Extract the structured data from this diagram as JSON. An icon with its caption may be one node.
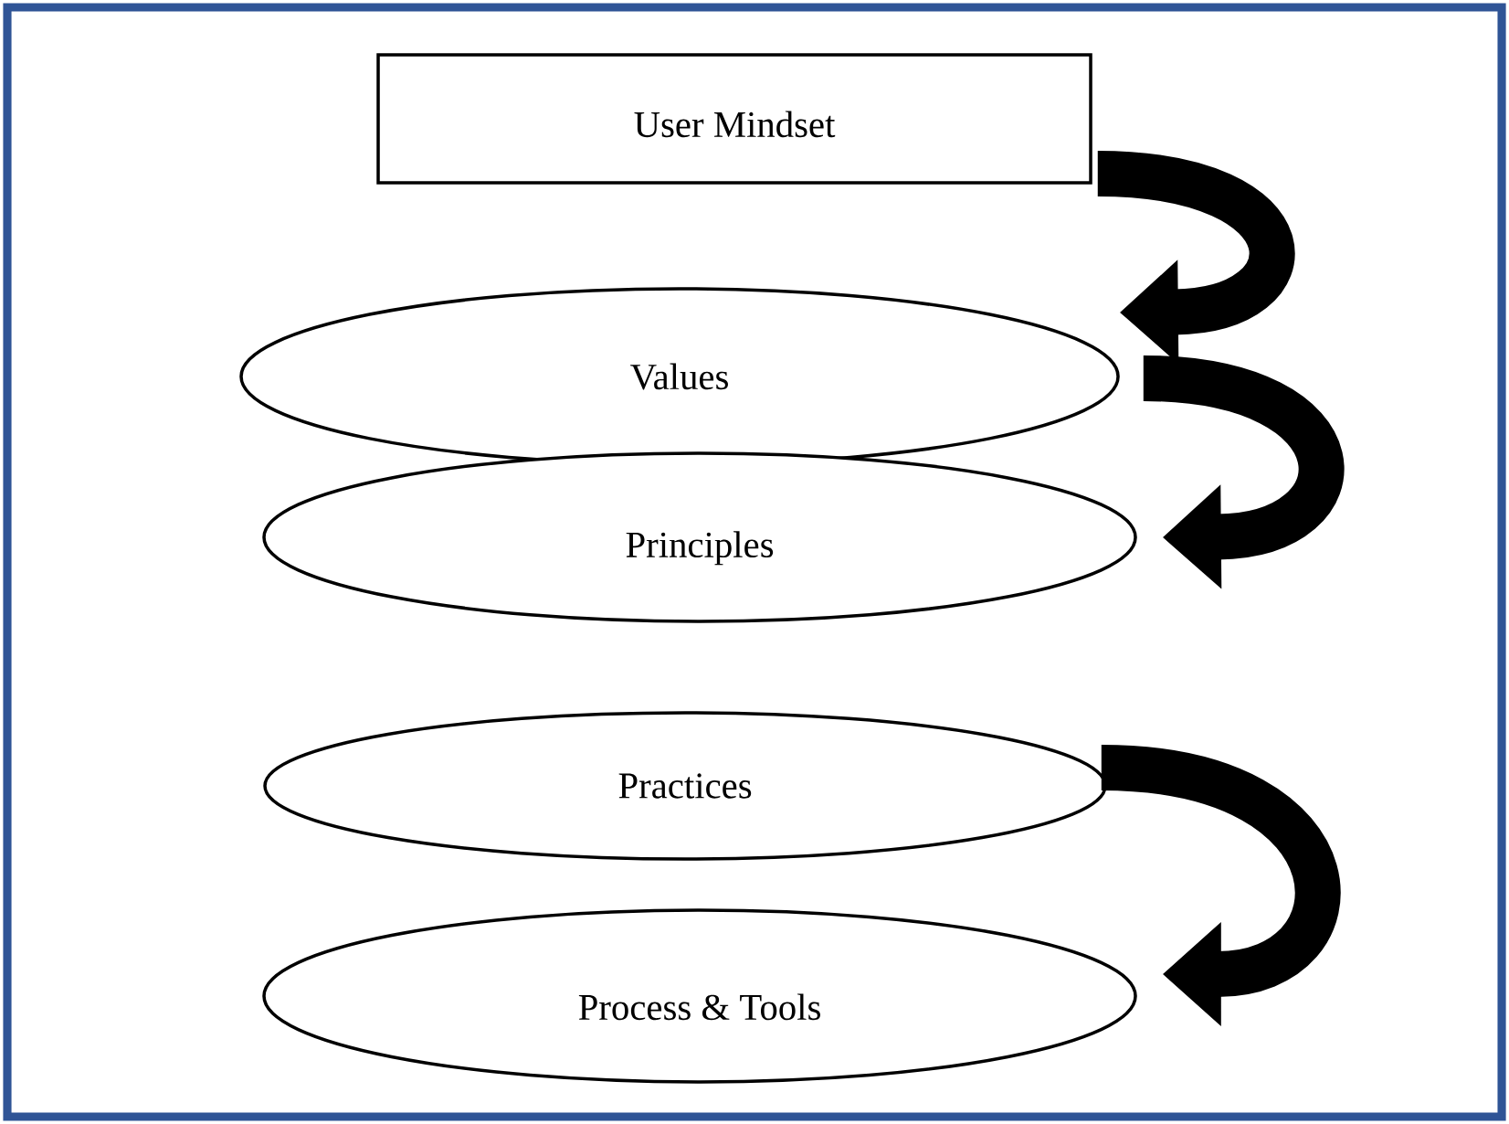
{
  "diagram": {
    "nodes": [
      {
        "text": [
          "User Mindset"
        ]
      },
      {
        "text": [
          "Values"
        ]
      },
      {
        "text": [
          "Principles"
        ]
      },
      {
        "text": [
          "Practices"
        ]
      },
      {
        "text": [
          "Process & Tools"
        ]
      }
    ],
    "edges": [
      {
        "from": 0,
        "to": 1,
        "arrow": "to"
      },
      {
        "from": 1,
        "to": 2,
        "arrow": "to"
      },
      {
        "from": 3,
        "to": 4,
        "arrow": "to"
      }
    ]
  }
}
